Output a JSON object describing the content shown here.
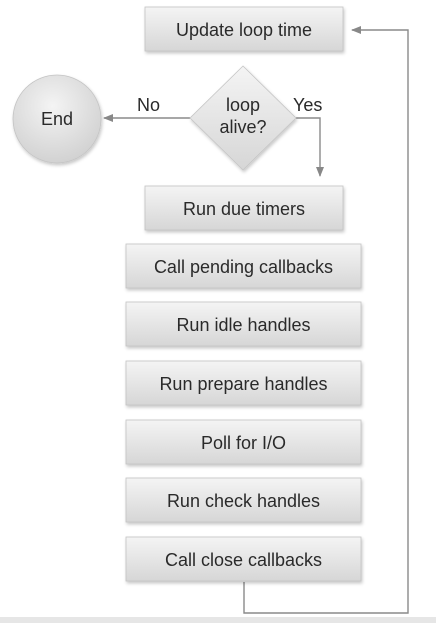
{
  "diagram": {
    "steps": [
      {
        "label": "Update loop time"
      },
      {
        "label": "Run due timers"
      },
      {
        "label": "Call pending callbacks"
      },
      {
        "label": "Run idle handles"
      },
      {
        "label": "Run prepare handles"
      },
      {
        "label": "Poll for I/O"
      },
      {
        "label": "Run check handles"
      },
      {
        "label": "Call close callbacks"
      }
    ],
    "decision": {
      "line1": "loop",
      "line2": "alive?",
      "yes_label": "Yes",
      "no_label": "No"
    },
    "end_label": "End"
  }
}
